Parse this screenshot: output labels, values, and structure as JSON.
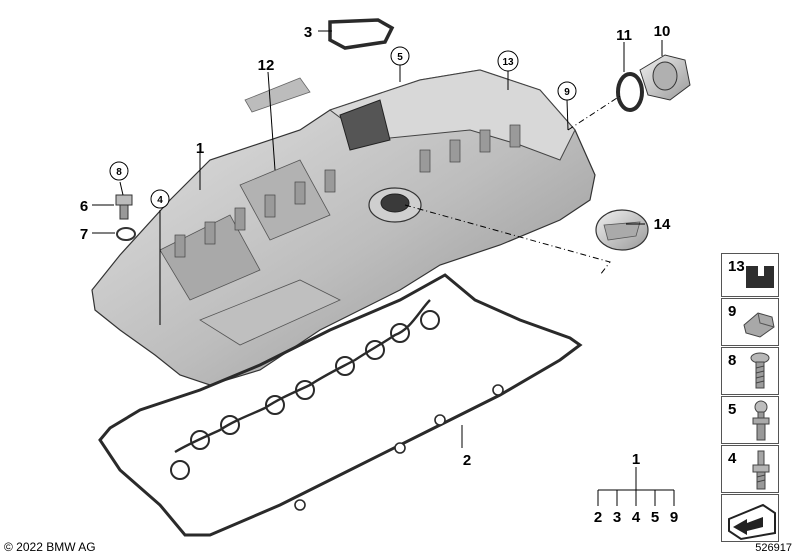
{
  "callouts": {
    "p1": "1",
    "p2": "2",
    "p3": "3",
    "p6": "6",
    "p7": "7",
    "p10": "10",
    "p11": "11",
    "p12": "12",
    "p14": "14"
  },
  "circled": {
    "c4": "4",
    "c5": "5",
    "c8": "8",
    "c9": "9",
    "c13": "13"
  },
  "legend": [
    {
      "num": "13",
      "icon": "rubber-buffer-icon"
    },
    {
      "num": "9",
      "icon": "clip-icon"
    },
    {
      "num": "8",
      "icon": "screw-icon"
    },
    {
      "num": "5",
      "icon": "ball-stud-icon"
    },
    {
      "num": "4",
      "icon": "stud-bolt-icon"
    }
  ],
  "set": {
    "top": "1",
    "parts": [
      "2",
      "3",
      "4",
      "5",
      "9"
    ]
  },
  "copyright": "© 2022 BMW AG",
  "diagram_id": "526917",
  "colors": {
    "metal": "#c9c9c9",
    "metal_dark": "#8e8e8e",
    "gasket": "#2a2a2a"
  }
}
